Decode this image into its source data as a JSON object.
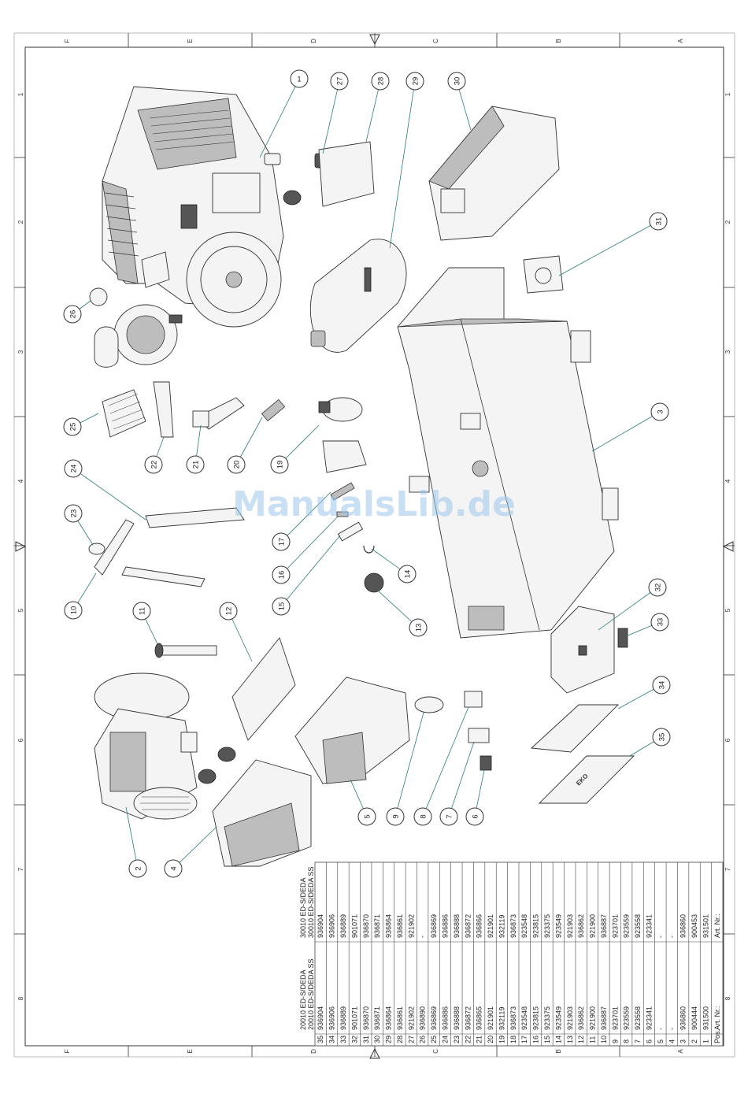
{
  "watermark": "ManualsLib.de",
  "zones": {
    "top": [
      "F",
      "E",
      "D",
      "C",
      "B",
      "A"
    ],
    "side": [
      "1",
      "2",
      "3",
      "4",
      "5",
      "6",
      "7",
      "8"
    ]
  },
  "callouts": [
    "1",
    "2",
    "3",
    "4",
    "5",
    "6",
    "7",
    "8",
    "9",
    "10",
    "11",
    "12",
    "13",
    "14",
    "15",
    "16",
    "17",
    "19",
    "20",
    "21",
    "22",
    "23",
    "24",
    "25",
    "26",
    "27",
    "28",
    "29",
    "30",
    "31",
    "32",
    "33",
    "34",
    "35"
  ],
  "table": {
    "header_pos": "Pos.",
    "header_art1": "Art. Nr.:",
    "header_art2": "Art. Nr.:",
    "col1_title_a": "20010 ED-S/DEDA",
    "col1_title_b": "20010 ED-S/DEDA SS",
    "col2_title_a": "30010 ED-S/DEDA",
    "col2_title_b": "30010 ED-S/DEDA SS",
    "rows": [
      {
        "pos": "35",
        "a": "936904",
        "b": "936904"
      },
      {
        "pos": "34",
        "a": "936906",
        "b": "936906"
      },
      {
        "pos": "33",
        "a": "936889",
        "b": "936889"
      },
      {
        "pos": "32",
        "a": "901071",
        "b": "901071"
      },
      {
        "pos": "31",
        "a": "936870",
        "b": "936870"
      },
      {
        "pos": "30",
        "a": "936871",
        "b": "936871"
      },
      {
        "pos": "29",
        "a": "936864",
        "b": "936864"
      },
      {
        "pos": "28",
        "a": "936861",
        "b": "936861"
      },
      {
        "pos": "27",
        "a": "921902",
        "b": "921902"
      },
      {
        "pos": "26",
        "a": "936890",
        "b": "-"
      },
      {
        "pos": "25",
        "a": "936869",
        "b": "936869"
      },
      {
        "pos": "24",
        "a": "936886",
        "b": "936886"
      },
      {
        "pos": "23",
        "a": "936888",
        "b": "936888"
      },
      {
        "pos": "22",
        "a": "936872",
        "b": "936872"
      },
      {
        "pos": "21",
        "a": "936865",
        "b": "936866"
      },
      {
        "pos": "20",
        "a": "921901",
        "b": "921901"
      },
      {
        "pos": "19",
        "a": "932119",
        "b": "932119"
      },
      {
        "pos": "18",
        "a": "936873",
        "b": "936873"
      },
      {
        "pos": "17",
        "a": "923548",
        "b": "923548"
      },
      {
        "pos": "16",
        "a": "923815",
        "b": "923815"
      },
      {
        "pos": "15",
        "a": "923375",
        "b": "923375"
      },
      {
        "pos": "14",
        "a": "923549",
        "b": "923549"
      },
      {
        "pos": "13",
        "a": "921903",
        "b": "921903"
      },
      {
        "pos": "12",
        "a": "936862",
        "b": "936862"
      },
      {
        "pos": "11",
        "a": "921900",
        "b": "921900"
      },
      {
        "pos": "10",
        "a": "936887",
        "b": "936887"
      },
      {
        "pos": "9",
        "a": "923701",
        "b": "923701"
      },
      {
        "pos": "8",
        "a": "923559",
        "b": "923559"
      },
      {
        "pos": "7",
        "a": "923558",
        "b": "923558"
      },
      {
        "pos": "6",
        "a": "923341",
        "b": "923341"
      },
      {
        "pos": "5",
        "a": "-",
        "b": "-"
      },
      {
        "pos": "4",
        "a": "-",
        "b": "-"
      },
      {
        "pos": "3",
        "a": "936860",
        "b": "936860"
      },
      {
        "pos": "2",
        "a": "900444",
        "b": "900453"
      },
      {
        "pos": "1",
        "a": "931500",
        "b": "931501"
      }
    ]
  }
}
